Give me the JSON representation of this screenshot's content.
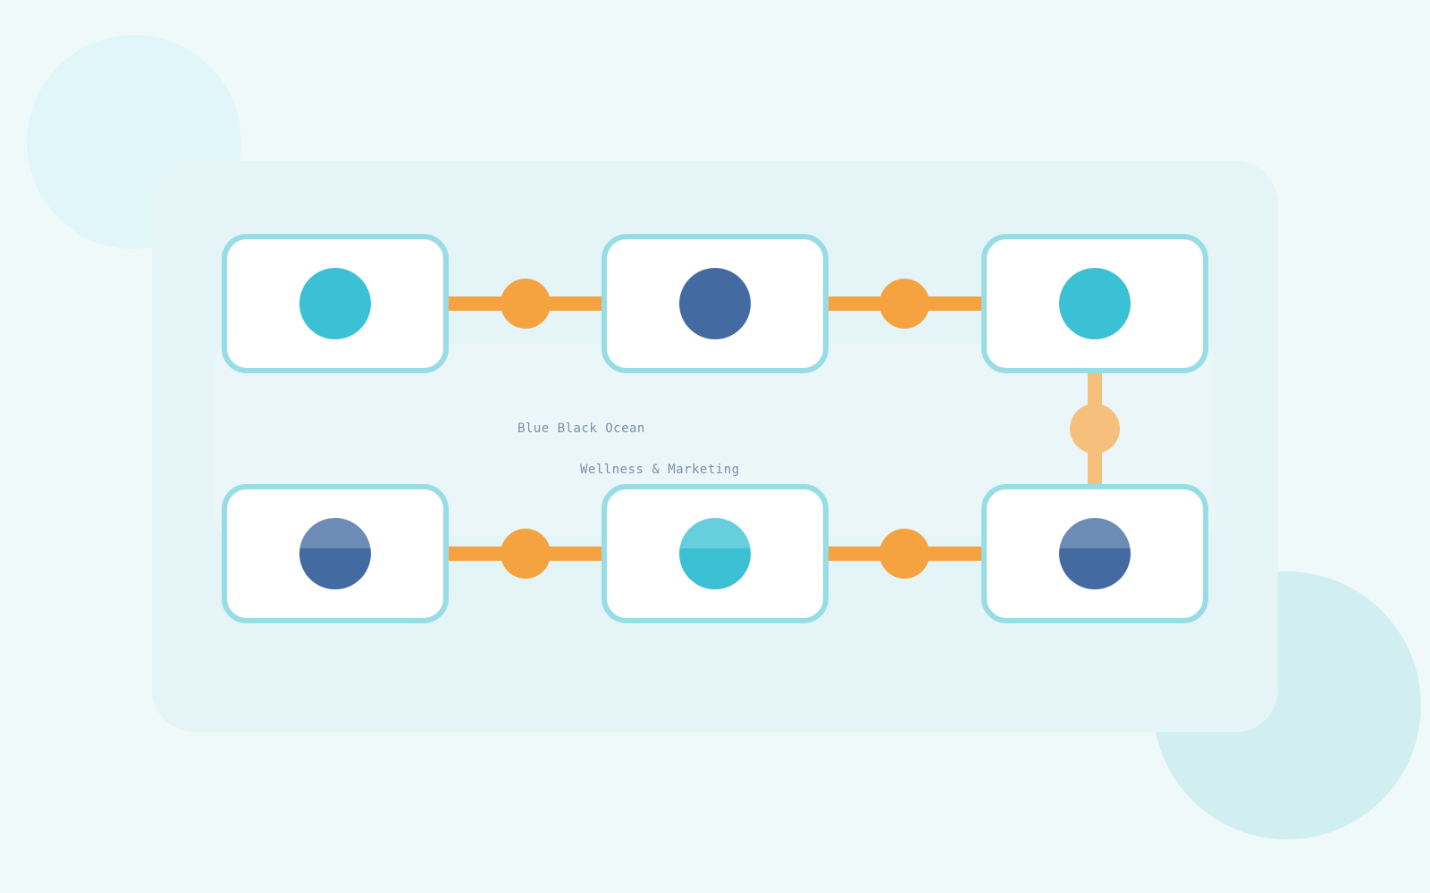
{
  "diagram": {
    "title": "Blue Black Ocean",
    "subtitle": "Wellness & Marketing",
    "colors": {
      "background": "#f0f9fa",
      "panel": "#e5f4f7",
      "node_border": "#98dde6",
      "node_fill": "#ffffff",
      "teal": "#3bc1d3",
      "navy": "#436ba1",
      "orange": "#f4a340",
      "orange_light": "#f6c07c"
    },
    "nodes": [
      {
        "row": "top",
        "color": "teal"
      },
      {
        "row": "top",
        "color": "navy"
      },
      {
        "row": "top",
        "color": "teal"
      },
      {
        "row": "bottom",
        "color": "navy"
      },
      {
        "row": "bottom",
        "color": "teal"
      },
      {
        "row": "bottom",
        "color": "navy"
      }
    ],
    "connectors": [
      {
        "from": 1,
        "to": 2
      },
      {
        "from": 2,
        "to": 3
      },
      {
        "from": 3,
        "to": 6
      },
      {
        "from": 4,
        "to": 5
      },
      {
        "from": 5,
        "to": 6
      }
    ]
  }
}
